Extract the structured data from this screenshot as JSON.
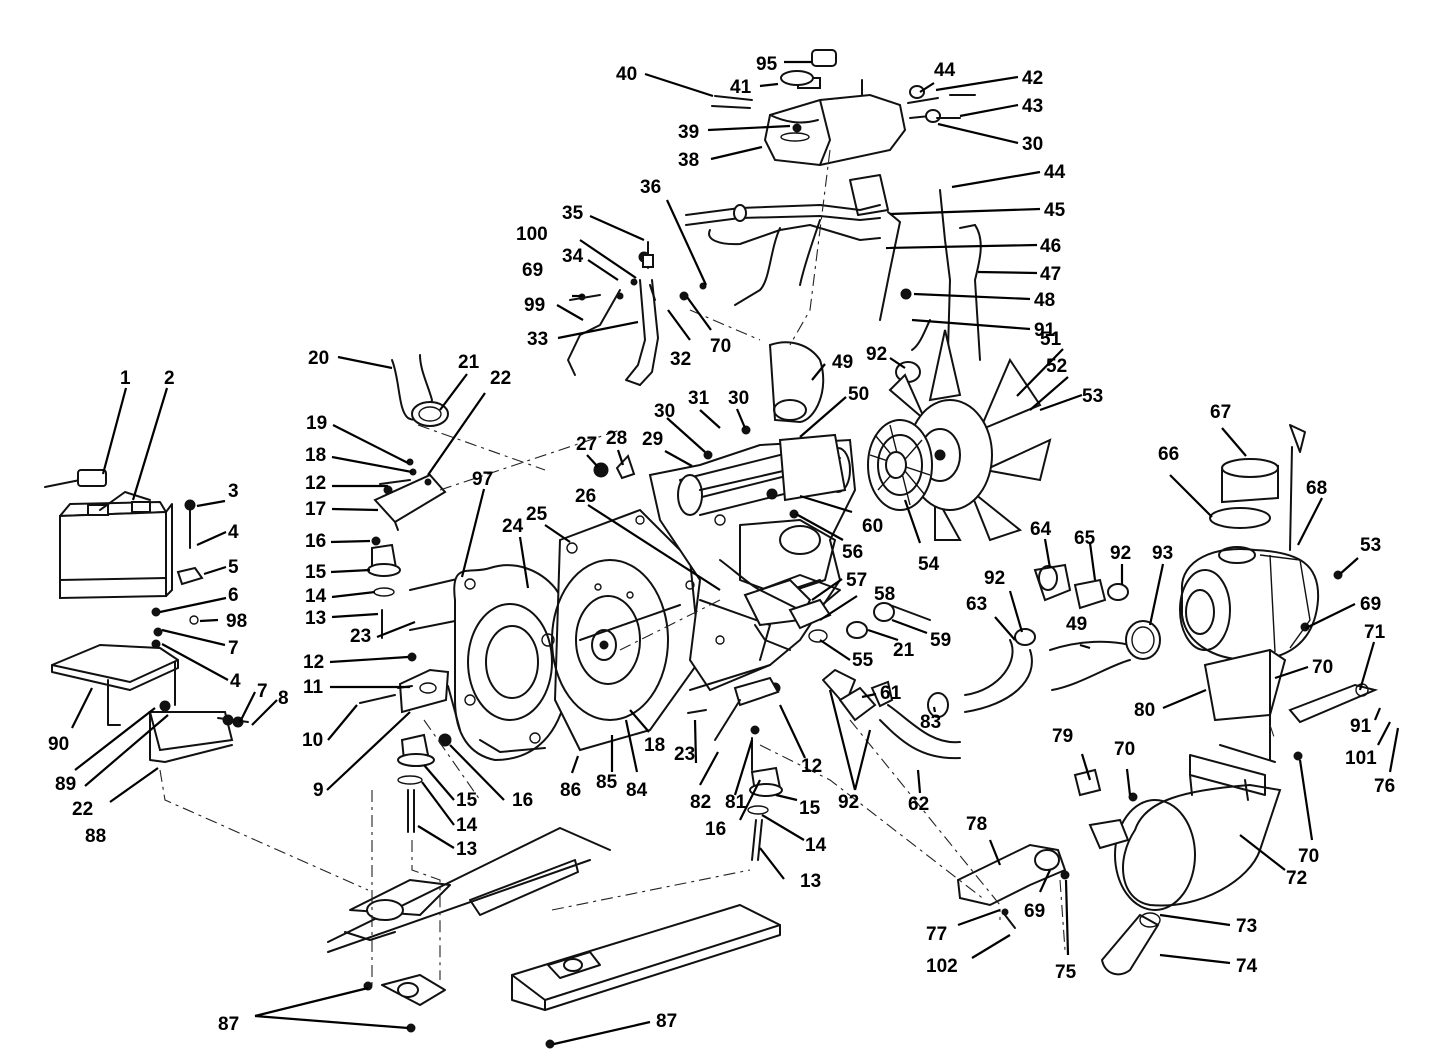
{
  "callouts": [
    "1",
    "2",
    "3",
    "4",
    "5",
    "6",
    "98",
    "7",
    "4",
    "7",
    "8",
    "90",
    "89",
    "22",
    "88",
    "20",
    "21",
    "22",
    "19",
    "18",
    "12",
    "17",
    "16",
    "15",
    "14",
    "13",
    "23",
    "12",
    "11",
    "10",
    "9",
    "15",
    "16",
    "14",
    "13",
    "97",
    "24",
    "25",
    "26",
    "27",
    "28",
    "29",
    "30",
    "31",
    "30",
    "40",
    "41",
    "95",
    "39",
    "38",
    "44",
    "42",
    "43",
    "30",
    "44",
    "45",
    "46",
    "47",
    "48",
    "91",
    "36",
    "35",
    "100",
    "34",
    "69",
    "99",
    "33",
    "32",
    "70",
    "49",
    "50",
    "92",
    "51",
    "52",
    "53",
    "60",
    "56",
    "54",
    "57",
    "58",
    "21",
    "59",
    "55",
    "61",
    "83",
    "12",
    "23",
    "86",
    "85",
    "84",
    "18",
    "82",
    "81",
    "16",
    "15",
    "14",
    "13",
    "92",
    "62",
    "64",
    "65",
    "92",
    "93",
    "92",
    "63",
    "49",
    "67",
    "66",
    "68",
    "53",
    "69",
    "71",
    "70",
    "80",
    "91",
    "101",
    "76",
    "70",
    "79",
    "70",
    "72",
    "78",
    "69",
    "77",
    "102",
    "75",
    "73",
    "74",
    "87",
    "87"
  ]
}
